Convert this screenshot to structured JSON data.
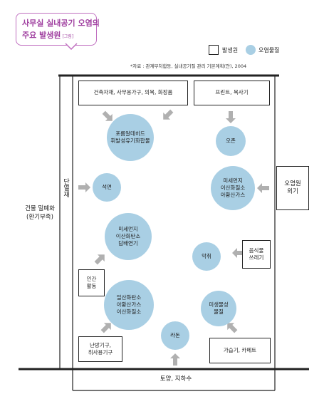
{
  "title": {
    "line1": "사무실 실내공기 오염의",
    "line2": "주요 발생원",
    "tag": "[그림]"
  },
  "legend": {
    "source_label": "발생원",
    "pollutant_label": "오염물질"
  },
  "source_note": "*자료 : 관계부처합동, 실내공기질 관리 기본계획(안), 2004",
  "outer_labels": {
    "insulation": "단열재",
    "building_left": [
      "건물 밀폐화",
      "(환기부족)"
    ],
    "outdoor_right": [
      "오염원",
      "외기"
    ],
    "ground": "토양, 지하수"
  },
  "sources": {
    "building_materials": "건축자재, 사무용가구, 의복, 화장품",
    "printer": "프린트, 복사기",
    "human_activity": [
      "인간",
      "활동"
    ],
    "food": [
      "음식물",
      "쓰레기"
    ],
    "heating": [
      "난방기구,",
      "취사용기구"
    ],
    "humidifier": "가습기, 카페트"
  },
  "pollutants": {
    "formaldehyde": [
      "포름알데히드",
      "휘발성유기화합물"
    ],
    "ozone": "오존",
    "asbestos": "석면",
    "dust_outdoor": [
      "미세먼지",
      "이산화질소",
      "아황산가스"
    ],
    "dust_tobacco": [
      "미세먼지",
      "이산화탄소",
      "담배연기"
    ],
    "odor": "악취",
    "combustion": [
      "일산화탄소",
      "아황산가스",
      "이산화질소"
    ],
    "microbes": [
      "미생물성",
      "물질"
    ],
    "radon": "라돈"
  },
  "colors": {
    "title_accent": "#a040a0",
    "pollutant_fill": "#a9cfe4",
    "arrow": "#b0b0b0",
    "line": "#222222"
  }
}
